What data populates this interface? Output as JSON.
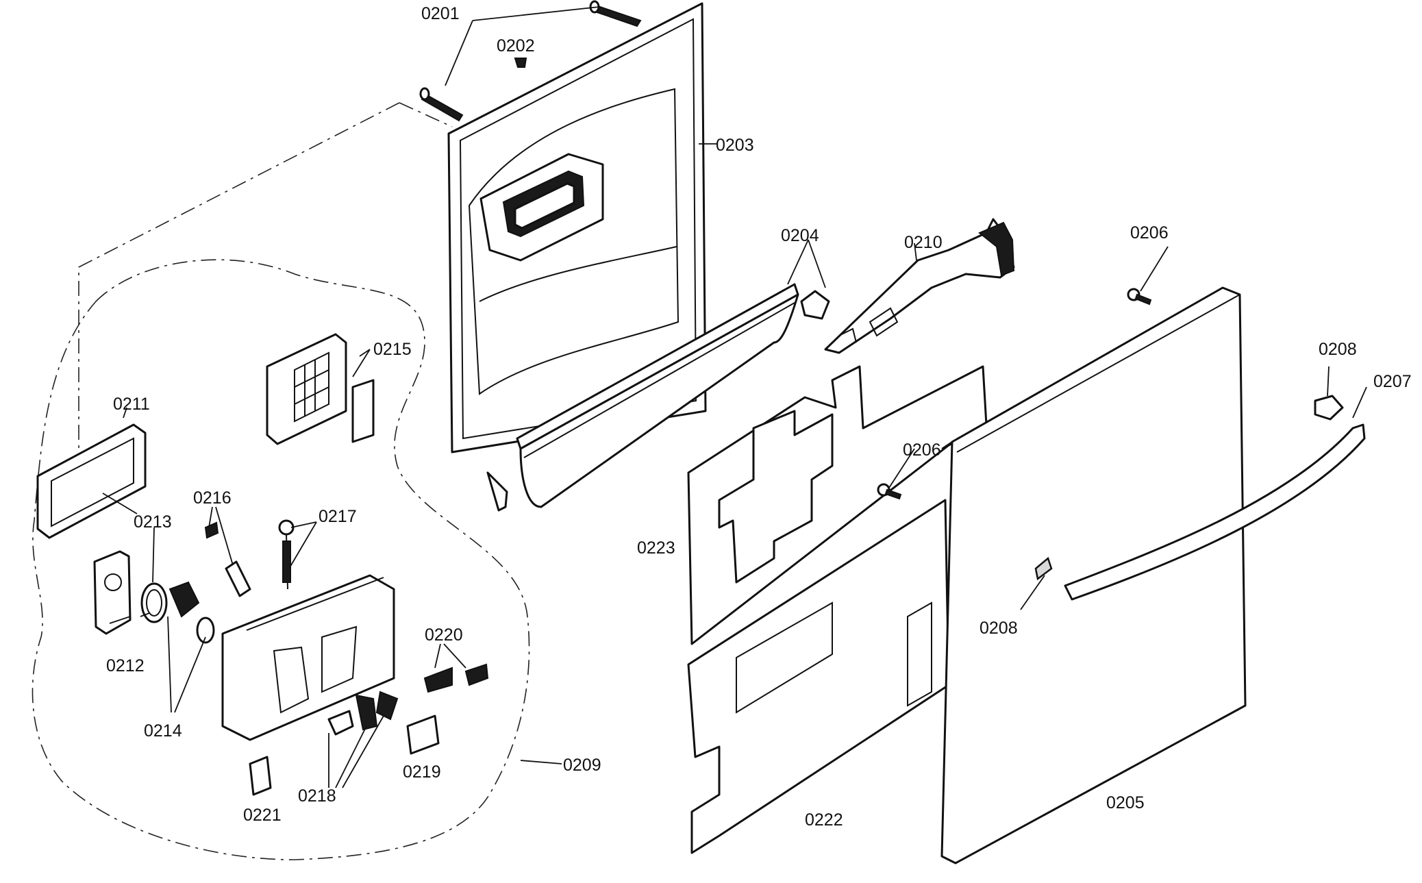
{
  "labels": {
    "p0201": "0201",
    "p0202": "0202",
    "p0203": "0203",
    "p0204": "0204",
    "p0205": "0205",
    "p0206a": "0206",
    "p0206b": "0206",
    "p0207": "0207",
    "p0208a": "0208",
    "p0208b": "0208",
    "p0209": "0209",
    "p0210": "0210",
    "p0211": "0211",
    "p0212": "0212",
    "p0213": "0213",
    "p0214": "0214",
    "p0215": "0215",
    "p0216": "0216",
    "p0217": "0217",
    "p0218": "0218",
    "p0219": "0219",
    "p0220": "0220",
    "p0221": "0221",
    "p0222": "0222",
    "p0223": "0223"
  }
}
